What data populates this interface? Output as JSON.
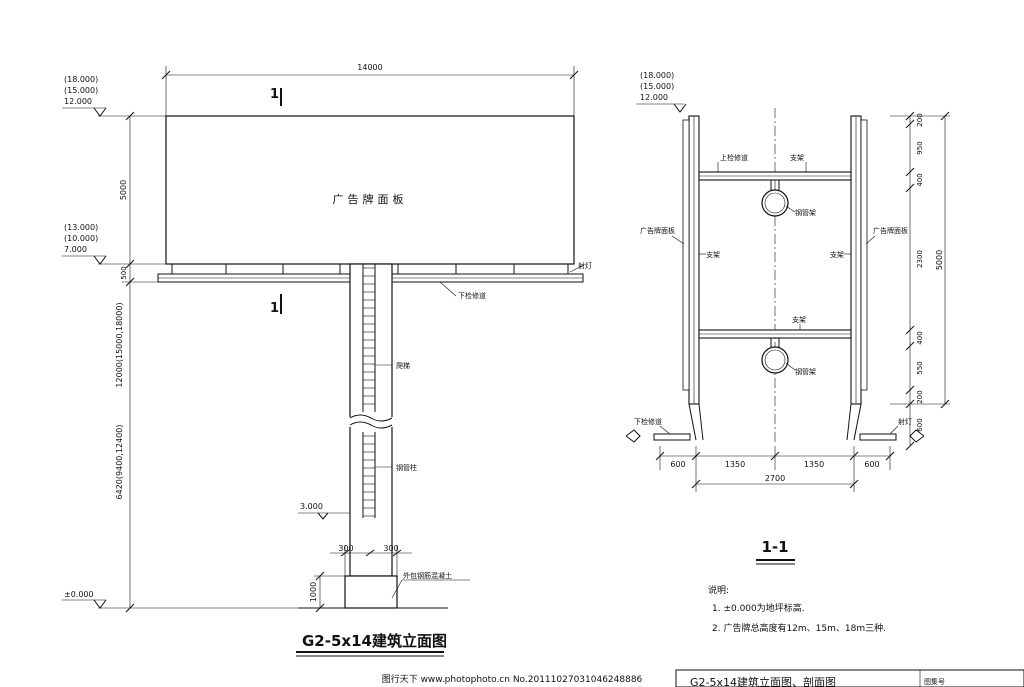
{
  "elevation": {
    "title": "G2-5x14建筑立面图",
    "board_text": "广告牌面板",
    "width_dim": "14000",
    "level_top_alt": [
      "(18.000)",
      "(15.000)"
    ],
    "level_top": "12.000",
    "level_mid_alt": [
      "(13.000)",
      "(10.000)"
    ],
    "level_mid": "7.000",
    "level_ground": "±0.000",
    "level_base": "3.000",
    "dim_board": "5000",
    "dim_walkway": "500",
    "dim_total": "12000(15000,18000)",
    "dim_column": "6420(9400,12400)",
    "dim_foundation": "1000",
    "dim_left300": "300",
    "dim_right300": "300",
    "section_mark": "1",
    "label_spotlight": "射灯",
    "label_lower_walkway": "下检修道",
    "label_ladder": "爬梯",
    "label_steel_column": "钢管柱",
    "label_encasement": "外包钢筋混凝土"
  },
  "section": {
    "title": "1-1",
    "level_top_alt": [
      "(18.000)",
      "(15.000)"
    ],
    "level_top": "12.000",
    "label_upper_walkway": "上检修道",
    "label_bracket": "支架",
    "label_steel_truss": "钢管架",
    "label_board_left": "广告牌面板",
    "label_board_right": "广告牌面板",
    "label_lower_walkway": "下检修道",
    "label_spotlight": "射灯",
    "right_dims": [
      "200",
      "950",
      "400",
      "2300",
      "400",
      "550",
      "200",
      "600"
    ],
    "right_total": "5000",
    "bottom_dims": [
      "600",
      "1350",
      "1350",
      "600"
    ],
    "bottom_total": "2700"
  },
  "notes": {
    "heading": "说明:",
    "items": [
      "1. ±0.000为地坪标高.",
      "2. 广告牌总高度有12m、15m、18m三种."
    ]
  },
  "footer": {
    "watermark": "图行天下  www.photophoto.cn  No.20111027031046248886",
    "title_block_text": "G2-5x14建筑立面图、剖面图",
    "atlas_label": "图集号"
  }
}
